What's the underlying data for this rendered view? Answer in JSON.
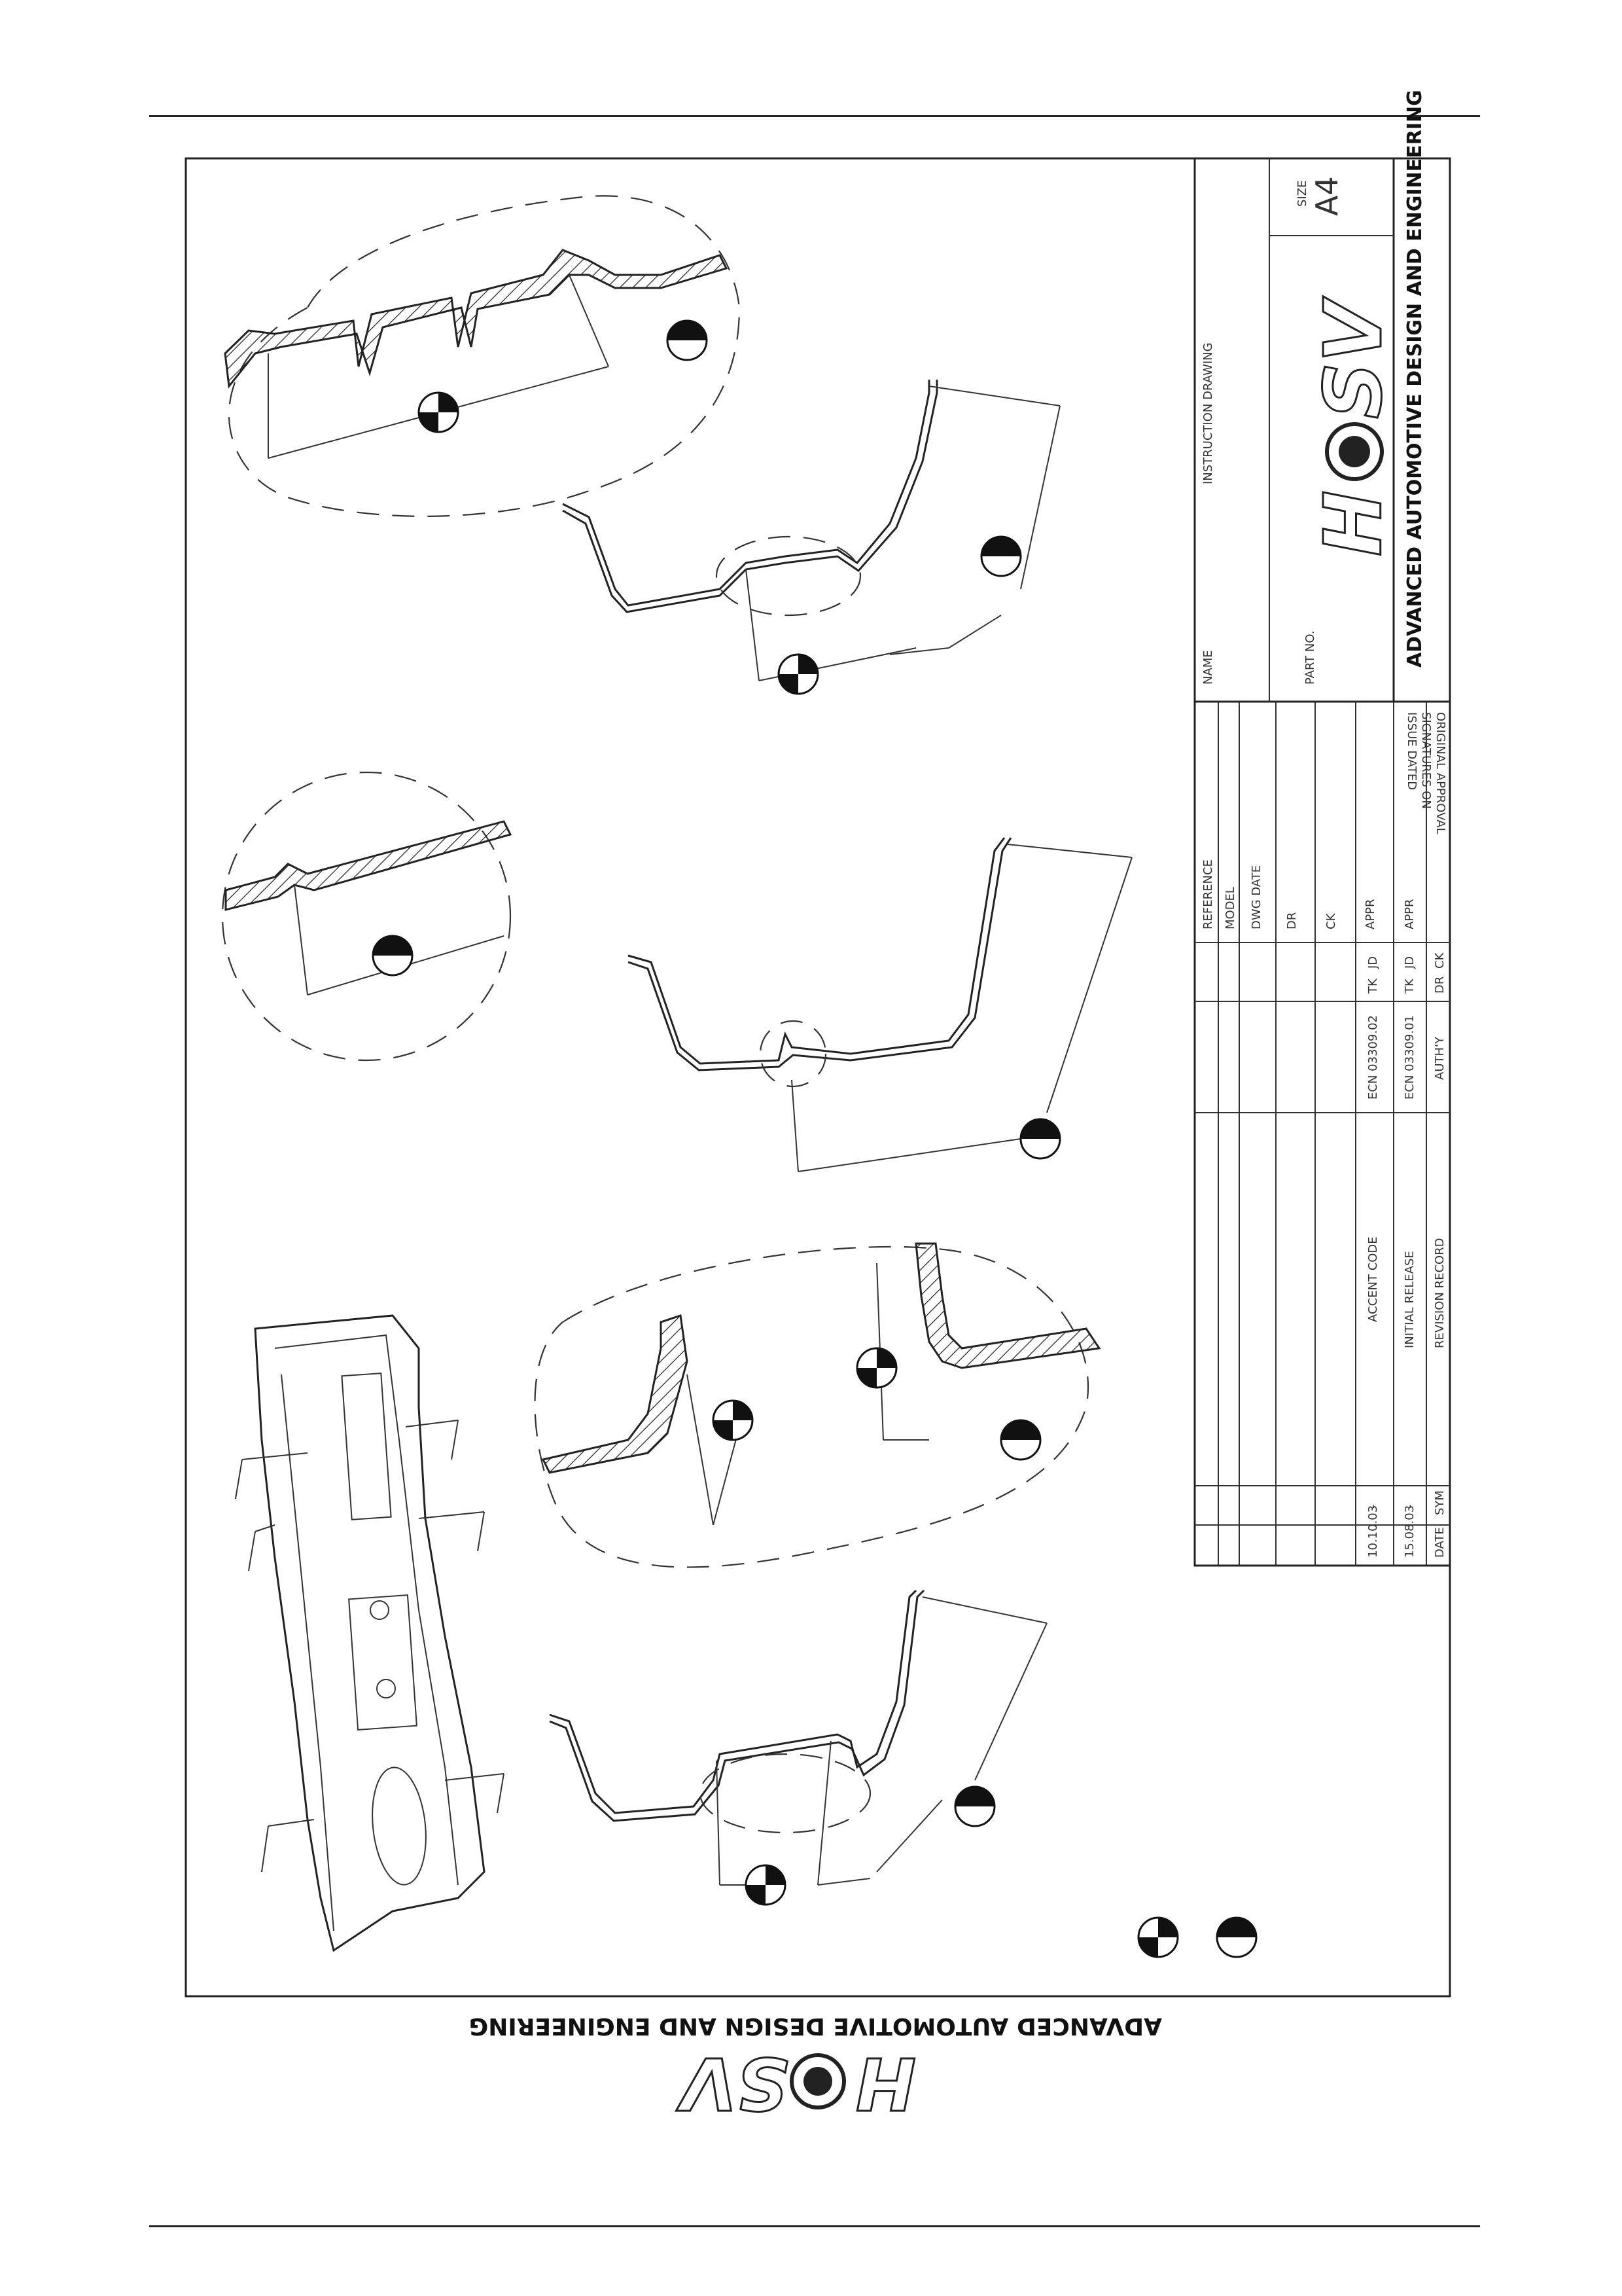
{
  "company": {
    "tagline": "ADVANCED AUTOMOTIVE DESIGN AND ENGINEERING",
    "logo_text": "HSV"
  },
  "title_block": {
    "name_label": "NAME",
    "name_value": "INSTRUCTION DRAWING",
    "part_no_label": "PART NO.",
    "size_label": "SIZE",
    "size_value": "A4",
    "approval_lines": [
      "ORIGINAL APPROVAL",
      "SIGNATURES ON",
      "ISSUE DATED"
    ],
    "reference_labels": [
      "REFERENCE",
      "MODEL",
      "DWG DATE",
      "DR",
      "CK",
      "APPR",
      "APPR"
    ]
  },
  "revisions": {
    "headers": [
      "DATE",
      "SYM",
      "REVISION RECORD",
      "AUTH'Y",
      "DR",
      "CK"
    ],
    "rows": [
      {
        "date": "15.08.03",
        "sym": "-",
        "description": "INITIAL RELEASE",
        "auth": "ECN 03309.01",
        "dr": "TK",
        "ck": "JD"
      },
      {
        "date": "10.10.03",
        "sym": "-",
        "description": "ACCENT CODE",
        "auth": "ECN 03309.02",
        "dr": "TK",
        "ck": "JD"
      }
    ]
  },
  "icons": {
    "datum_full": "datum-target-icon",
    "datum_half": "half-filled-circle-icon"
  }
}
